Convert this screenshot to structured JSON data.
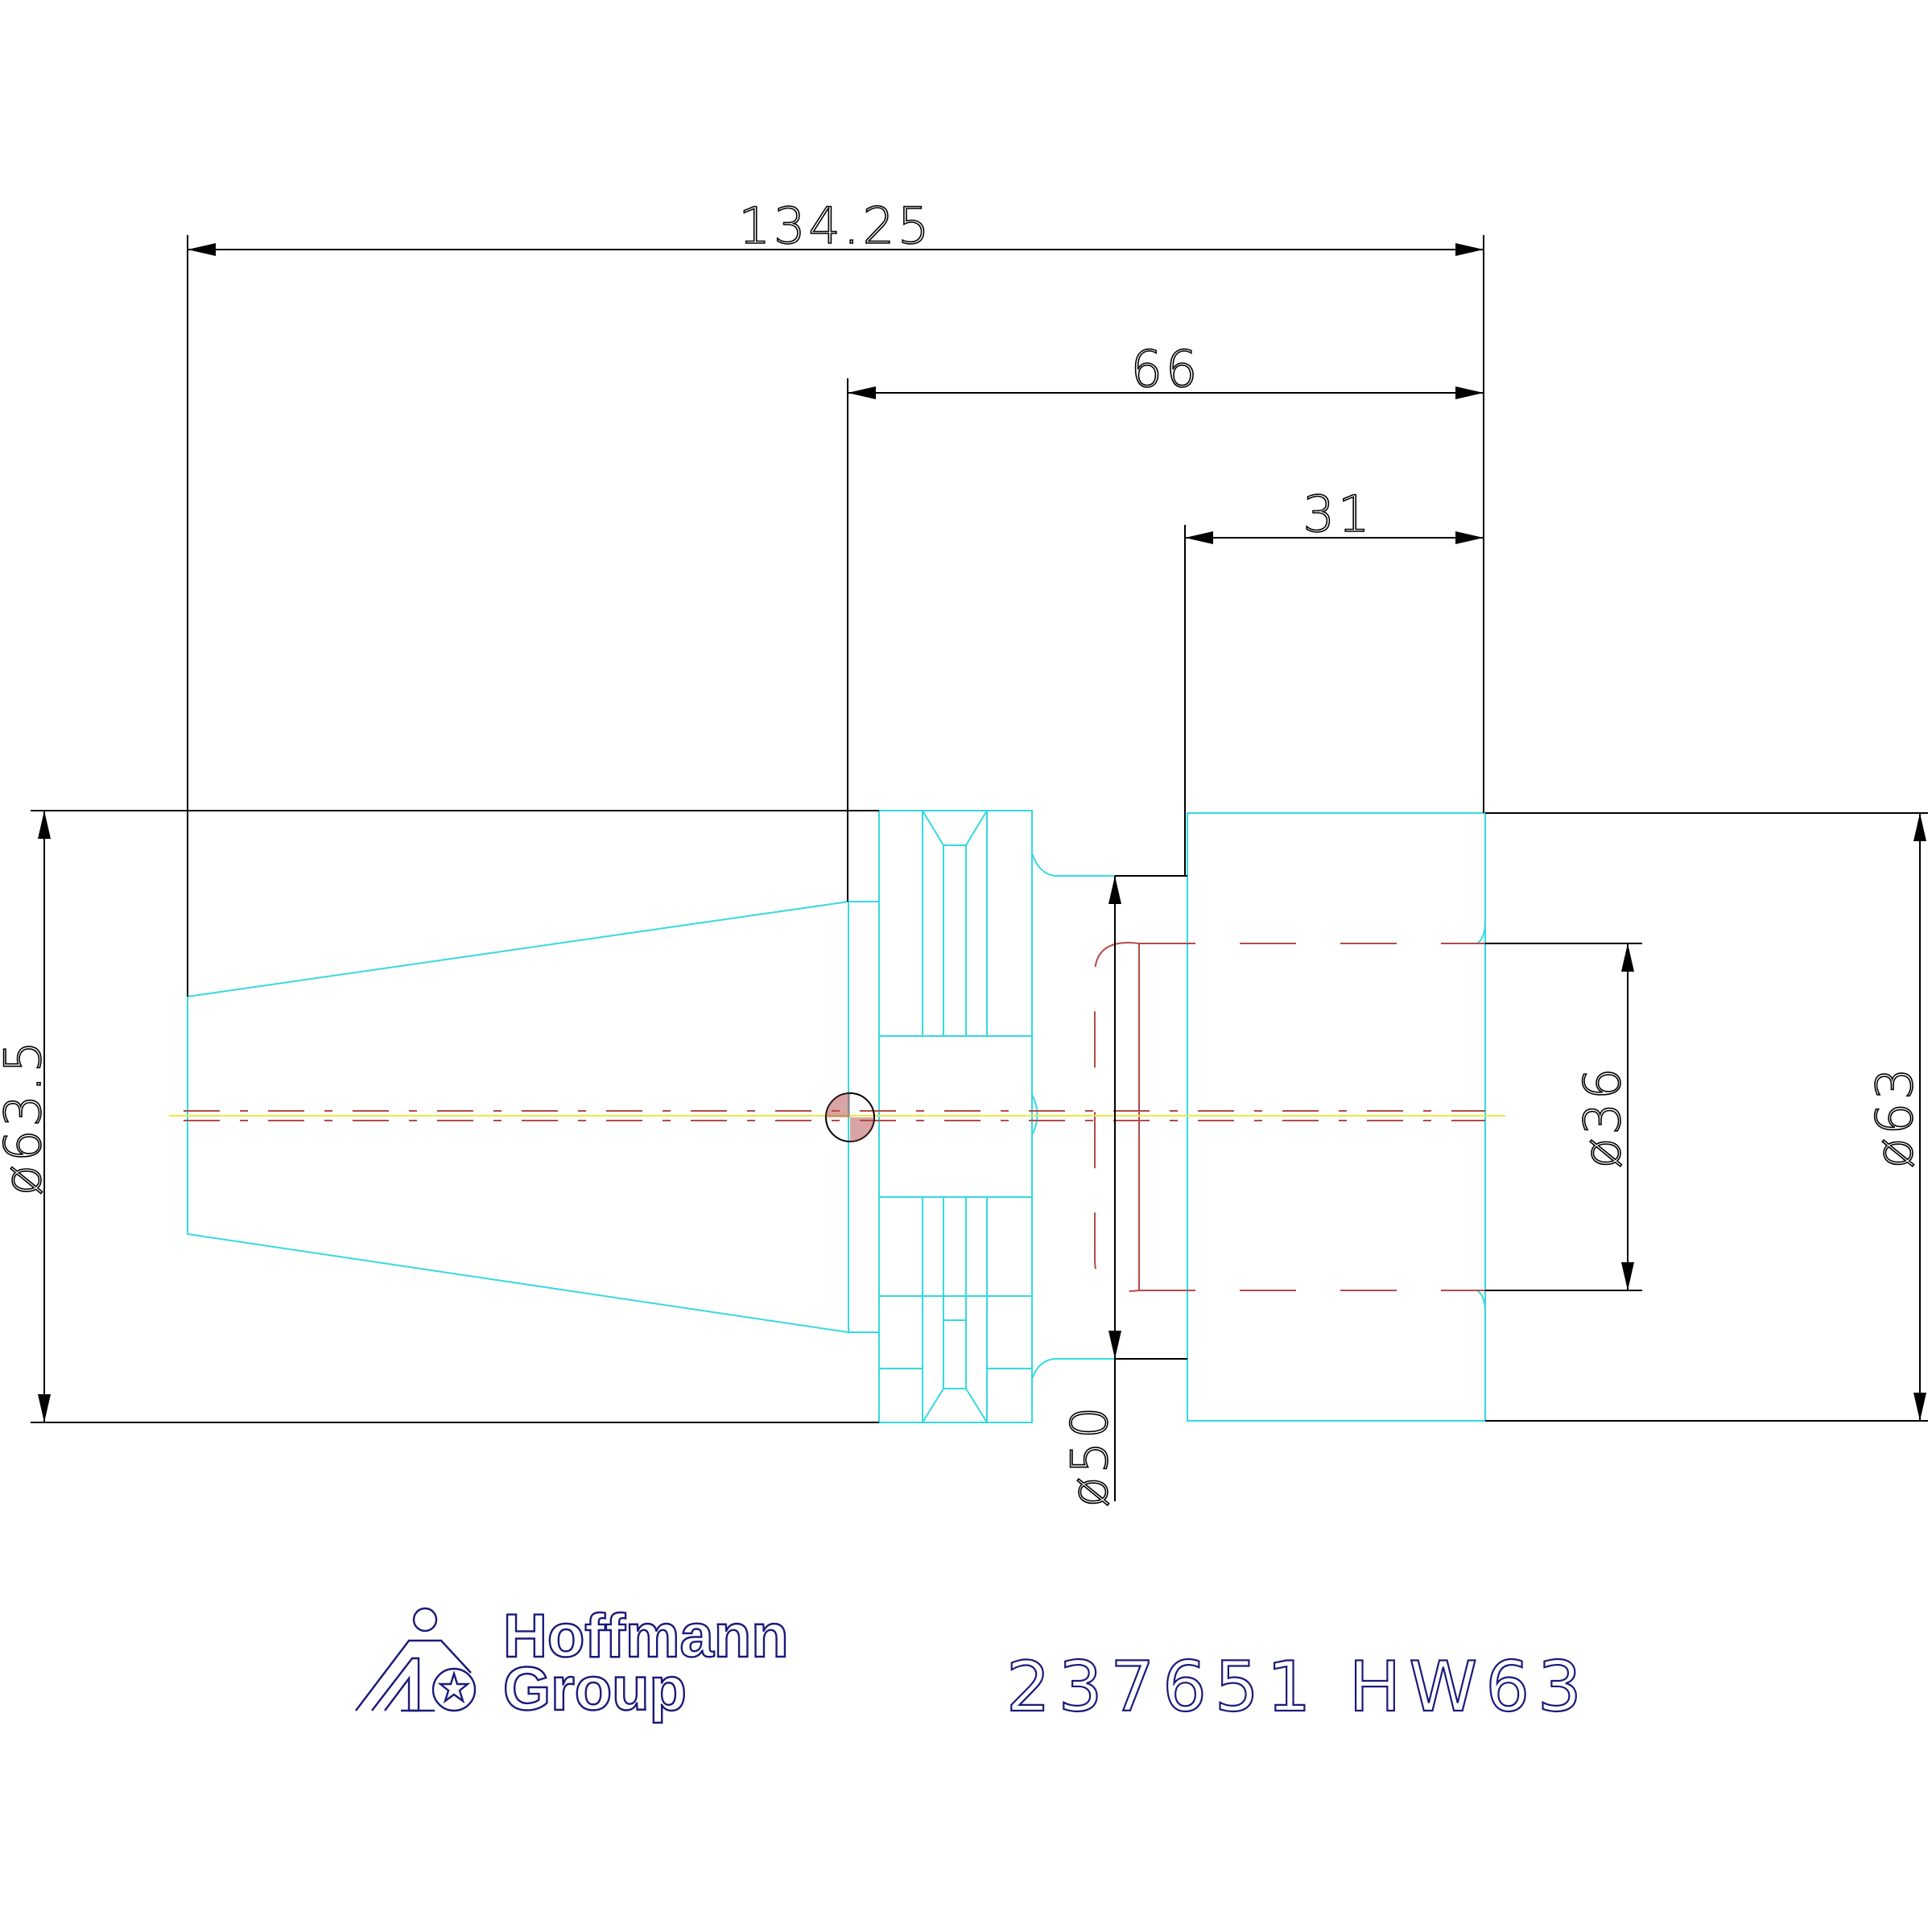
{
  "drawing": {
    "dimensions": {
      "overall_length": "134.25",
      "taper_to_face": "66",
      "body_length": "31",
      "flange_diameter": "ø63.5",
      "body_diameter": "ø63",
      "bore_diameter": "ø36",
      "neck_diameter": "ø50"
    },
    "colors": {
      "geometry": "#35d9df",
      "dimension": "#000000",
      "hidden_line": "#b44a4a",
      "axis": "#e8e84a",
      "title": "#1a1a7a"
    }
  },
  "title_block": {
    "logo_line1": "Hoffmann",
    "logo_line2": "Group",
    "part_label": "237651 HW63"
  }
}
